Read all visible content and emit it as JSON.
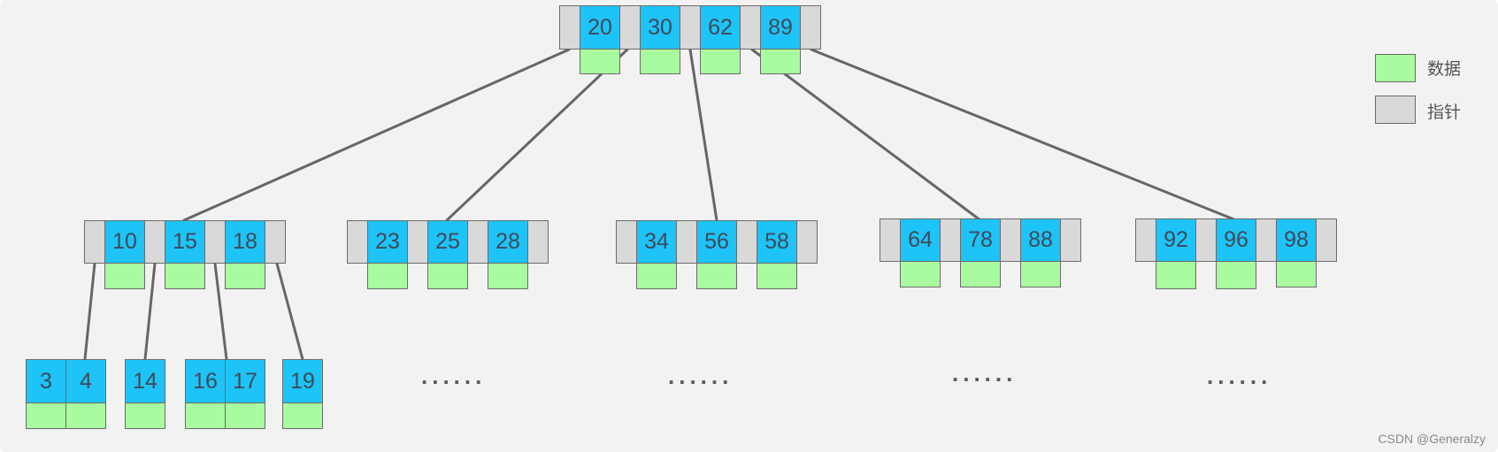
{
  "tree": {
    "root": [
      "20",
      "30",
      "62",
      "89"
    ],
    "level2": {
      "node1": [
        "10",
        "15",
        "18"
      ],
      "node2": [
        "23",
        "25",
        "28"
      ],
      "node3": [
        "34",
        "56",
        "58"
      ],
      "node4": [
        "64",
        "78",
        "88"
      ],
      "node5": [
        "92",
        "96",
        "98"
      ]
    },
    "leaves": {
      "leaf_a": [
        "3",
        "4"
      ],
      "leaf_b": [
        "14"
      ],
      "leaf_c": [
        "16",
        "17"
      ],
      "leaf_d": [
        "19"
      ]
    },
    "ellipsis": "......"
  },
  "legend": {
    "data_label": "数据",
    "pointer_label": "指针"
  },
  "colors": {
    "key": "#1ec3f8",
    "data": "#a9fba0",
    "pointer": "#d9d9d9",
    "edge": "#666666",
    "background": "#f2f2f2"
  },
  "watermark": "CSDN @Generalzy"
}
